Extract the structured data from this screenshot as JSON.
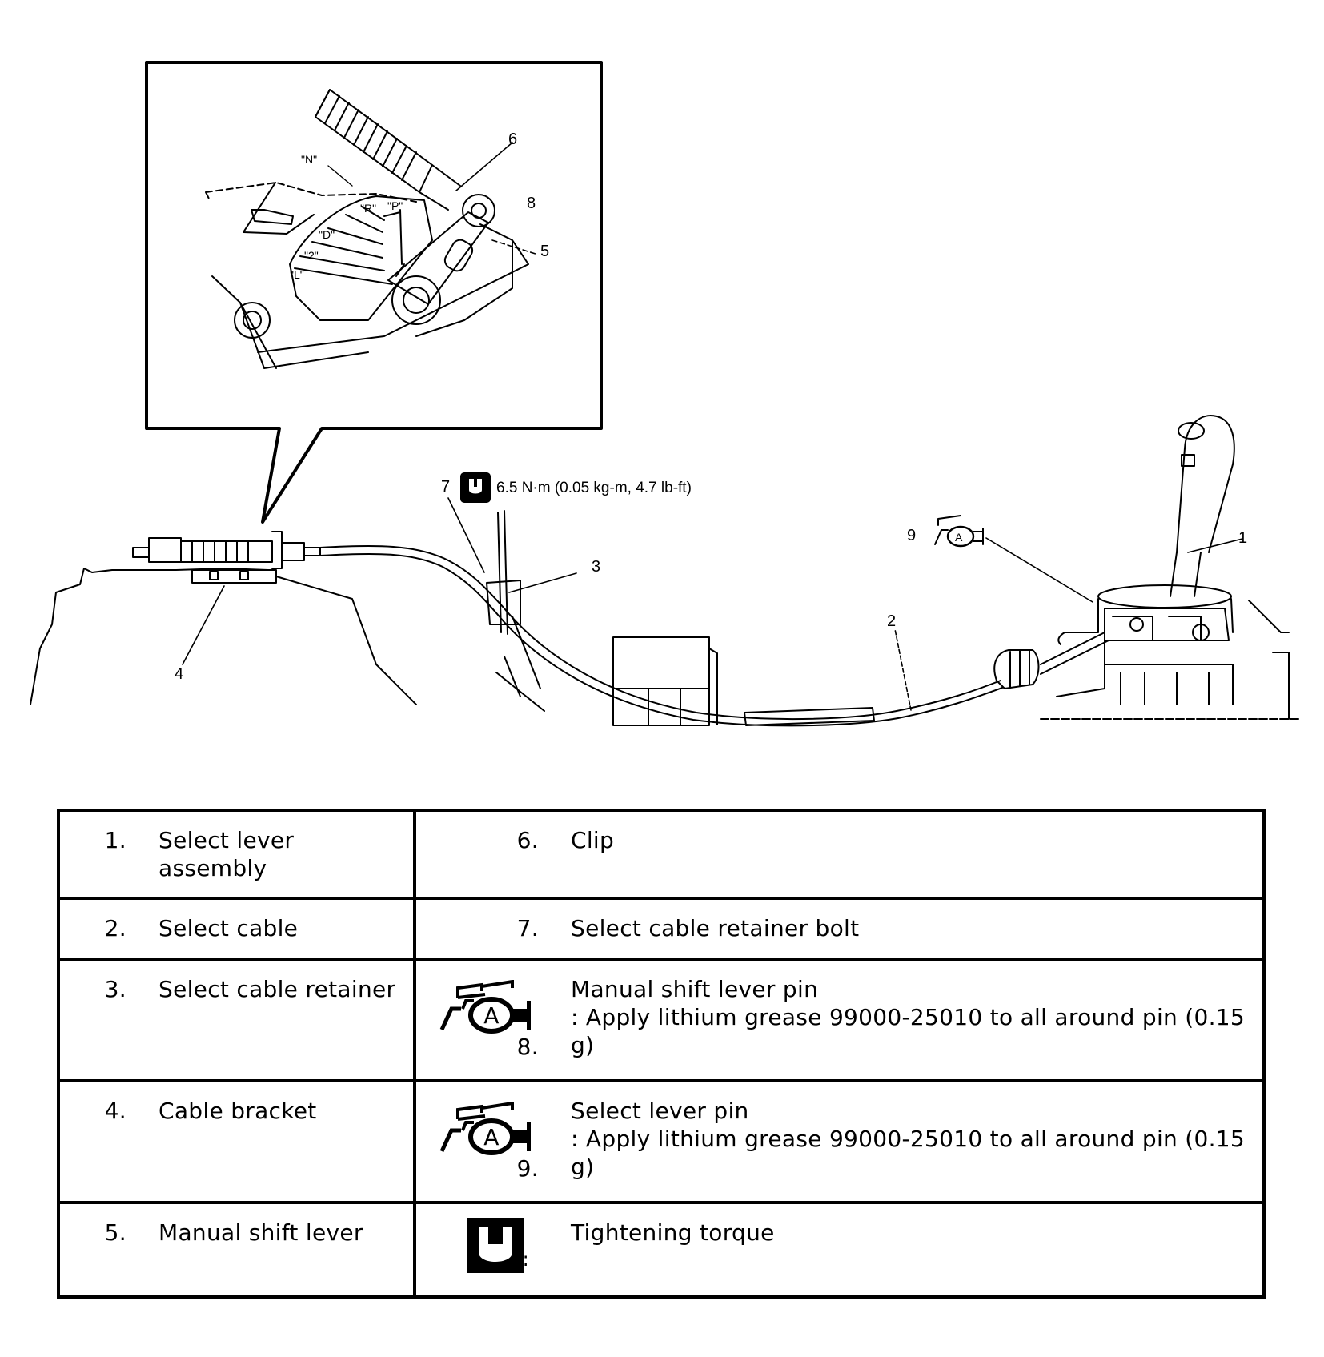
{
  "diagram": {
    "callouts": [
      "1",
      "2",
      "3",
      "4",
      "5",
      "6",
      "7",
      "8",
      "9"
    ],
    "torque_spec": "6.5 N·m (0.05 kg-m, 4.7 lb-ft)",
    "positions": [
      "\"N\"",
      "\"R\"",
      "\"P\"",
      "\"D\"",
      "\"2\"",
      "\"L\""
    ],
    "grease_icon_letter": "A"
  },
  "legend": {
    "rows": [
      {
        "left_num": "1.",
        "left_text": "Select lever assembly",
        "right_num": "6.",
        "right_text": "Clip"
      },
      {
        "left_num": "2.",
        "left_text": "Select cable",
        "right_num": "7.",
        "right_text": "Select cable retainer bolt"
      },
      {
        "left_num": "3.",
        "left_text": "Select cable retainer",
        "right_num": "8.",
        "right_title": "Manual shift lever pin",
        "right_note": ": Apply lithium grease 99000-25010 to all around pin (0.15 g)"
      },
      {
        "left_num": "4.",
        "left_text": "Cable bracket",
        "right_num": "9.",
        "right_title": "Select lever pin",
        "right_note": ": Apply lithium grease 99000-25010 to all around pin (0.15 g)"
      },
      {
        "left_num": "5.",
        "left_text": "Manual shift lever",
        "right_colon": ":",
        "right_text": "Tightening torque"
      }
    ],
    "grease_letter": "A"
  },
  "colors": {
    "ink": "#000000",
    "paper": "#ffffff"
  },
  "icons": [
    "grease-icon",
    "torque-wrench-icon"
  ]
}
